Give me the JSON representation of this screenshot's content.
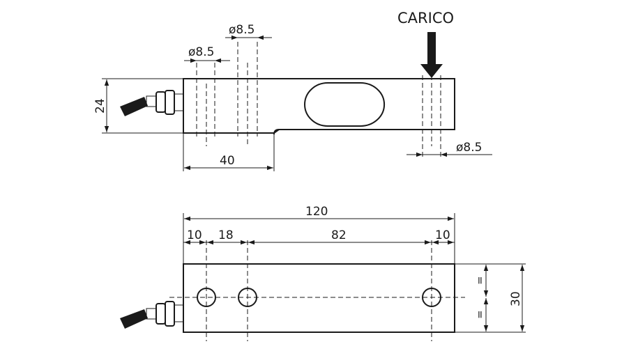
{
  "load_label": "CARICO",
  "side_view": {
    "hole_diameter_1": "ø8.5",
    "hole_diameter_2": "ø8.5",
    "hole_diameter_3": "ø8.5",
    "height": "24",
    "step_length": "40"
  },
  "top_view": {
    "overall_length": "120",
    "edge_offset_left": "10",
    "hole_spacing": "18",
    "hole_distance": "82",
    "edge_offset_right": "10",
    "width": "30",
    "equal_mark_top": "=",
    "equal_mark_bottom": "="
  },
  "colors": {
    "line": "#1a1a1a",
    "background": "#ffffff"
  }
}
